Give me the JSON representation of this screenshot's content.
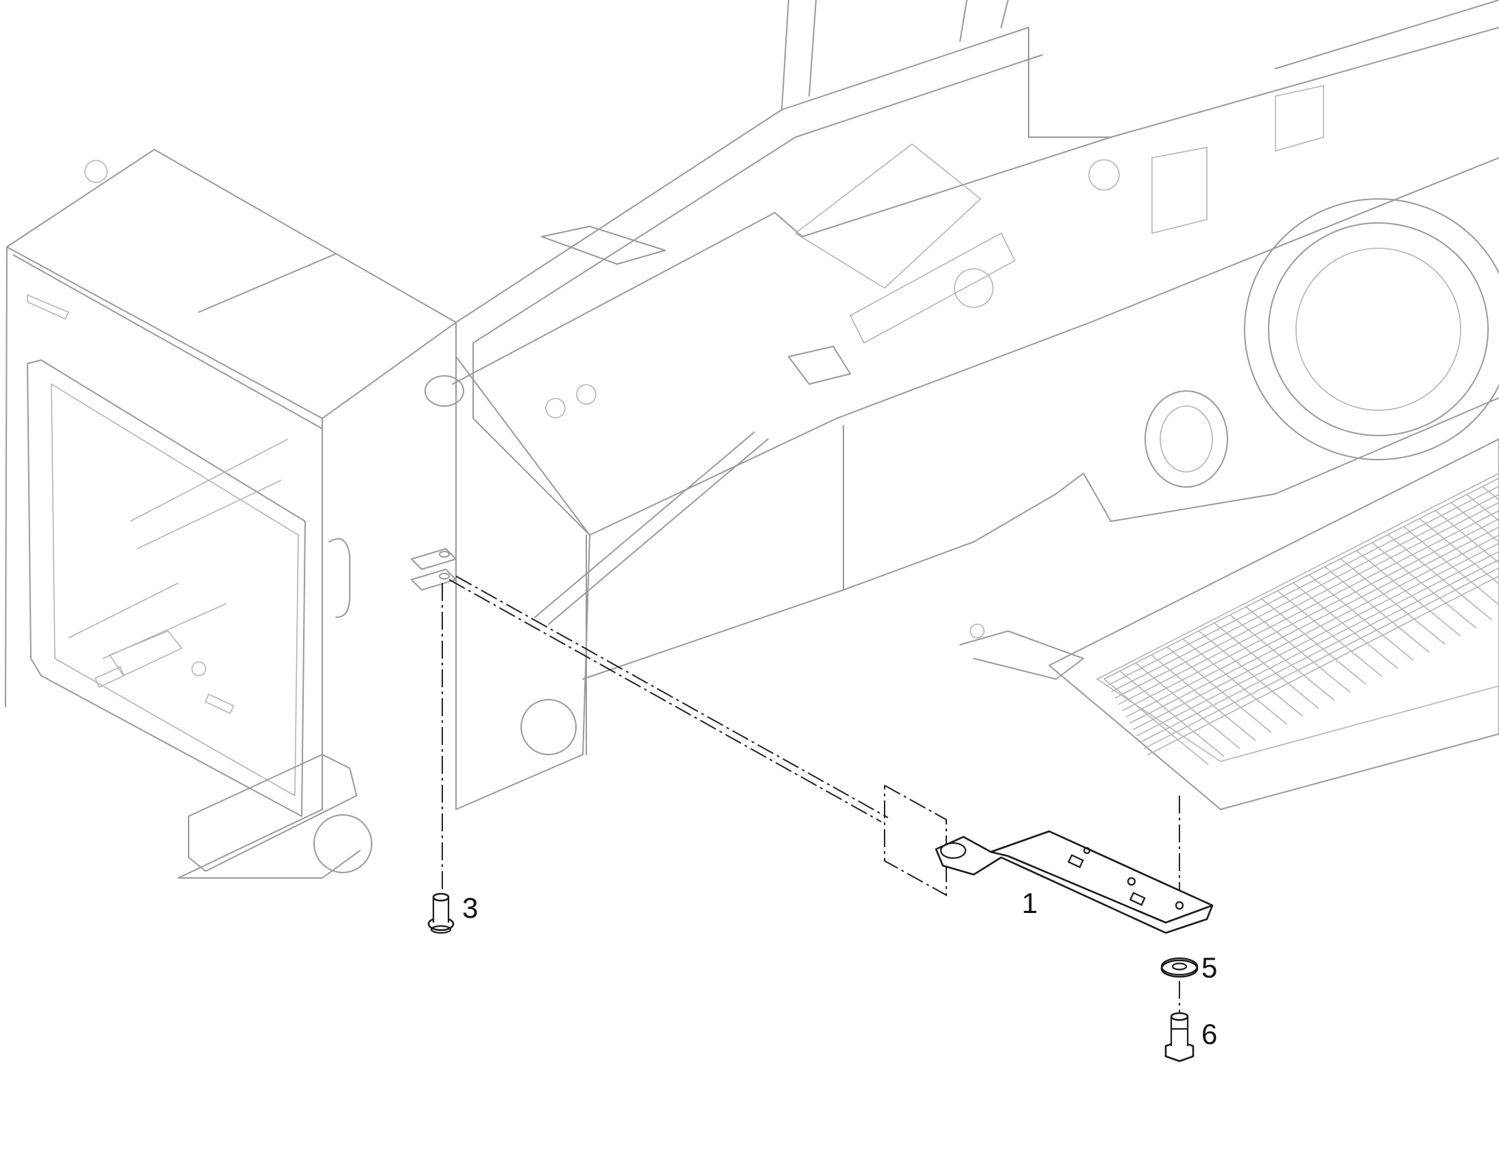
{
  "callouts": {
    "part_1": "1",
    "part_3": "3",
    "part_5": "5",
    "part_6": "6"
  },
  "colors": {
    "background": "#ffffff",
    "assembly_lines": "#9a9a9a",
    "part_lines": "#1a1a1a"
  }
}
